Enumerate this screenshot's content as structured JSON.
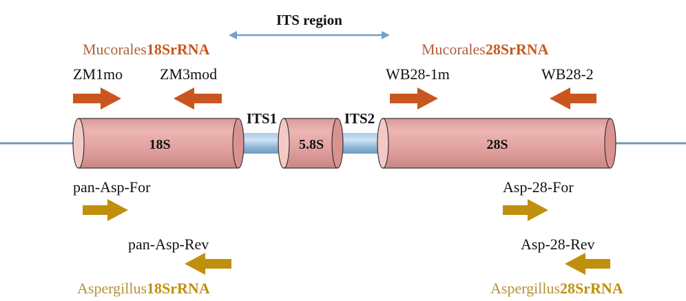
{
  "colors": {
    "mucorales": "#c8561e",
    "mucorales_text": "#b0603c",
    "aspergillus": "#c08f0d",
    "aspergillus_text": "#b5913a",
    "gene_fill": "#e6a9a6",
    "gene_fill_dark": "#d58f8c",
    "gene_cap": "#f3c9c6",
    "spacer": "#8fb9d8",
    "backbone": "#7098b8",
    "span_arrow": "#6fa0cf",
    "text": "#111111"
  },
  "its_region": {
    "label": "ITS region"
  },
  "segments": [
    {
      "id": "18S",
      "label": "18S"
    },
    {
      "id": "5.8S",
      "label": "5.8S"
    },
    {
      "id": "28S",
      "label": "28S"
    }
  ],
  "spacers": [
    {
      "id": "ITS1",
      "label": "ITS1"
    },
    {
      "id": "ITS2",
      "label": "ITS2"
    }
  ],
  "groups": {
    "mucorales_18S": {
      "genus": "Mucorales",
      "gene": "18SrRNA"
    },
    "mucorales_28S": {
      "genus": "Mucorales",
      "gene": "28SrRNA"
    },
    "aspergillus_18S": {
      "genus": "Aspergillus",
      "gene": "18SrRNA"
    },
    "aspergillus_28S": {
      "genus": "Aspergillus",
      "gene": "28SrRNA"
    }
  },
  "primers": {
    "ZM1mo": {
      "label": "ZM1mo",
      "direction": "forward",
      "group": "mucorales"
    },
    "ZM3mod": {
      "label": "ZM3mod",
      "direction": "reverse",
      "group": "mucorales"
    },
    "WB28_1m": {
      "label": "WB28-1m",
      "direction": "forward",
      "group": "mucorales"
    },
    "WB28_2": {
      "label": "WB28-2",
      "direction": "reverse",
      "group": "mucorales"
    },
    "pan_Asp_For": {
      "label": "pan-Asp-For",
      "direction": "forward",
      "group": "aspergillus"
    },
    "pan_Asp_Rev": {
      "label": "pan-Asp-Rev",
      "direction": "reverse",
      "group": "aspergillus"
    },
    "Asp_28_For": {
      "label": "Asp-28-For",
      "direction": "forward",
      "group": "aspergillus"
    },
    "Asp_28_Rev": {
      "label": "Asp-28-Rev",
      "direction": "reverse",
      "group": "aspergillus"
    }
  }
}
